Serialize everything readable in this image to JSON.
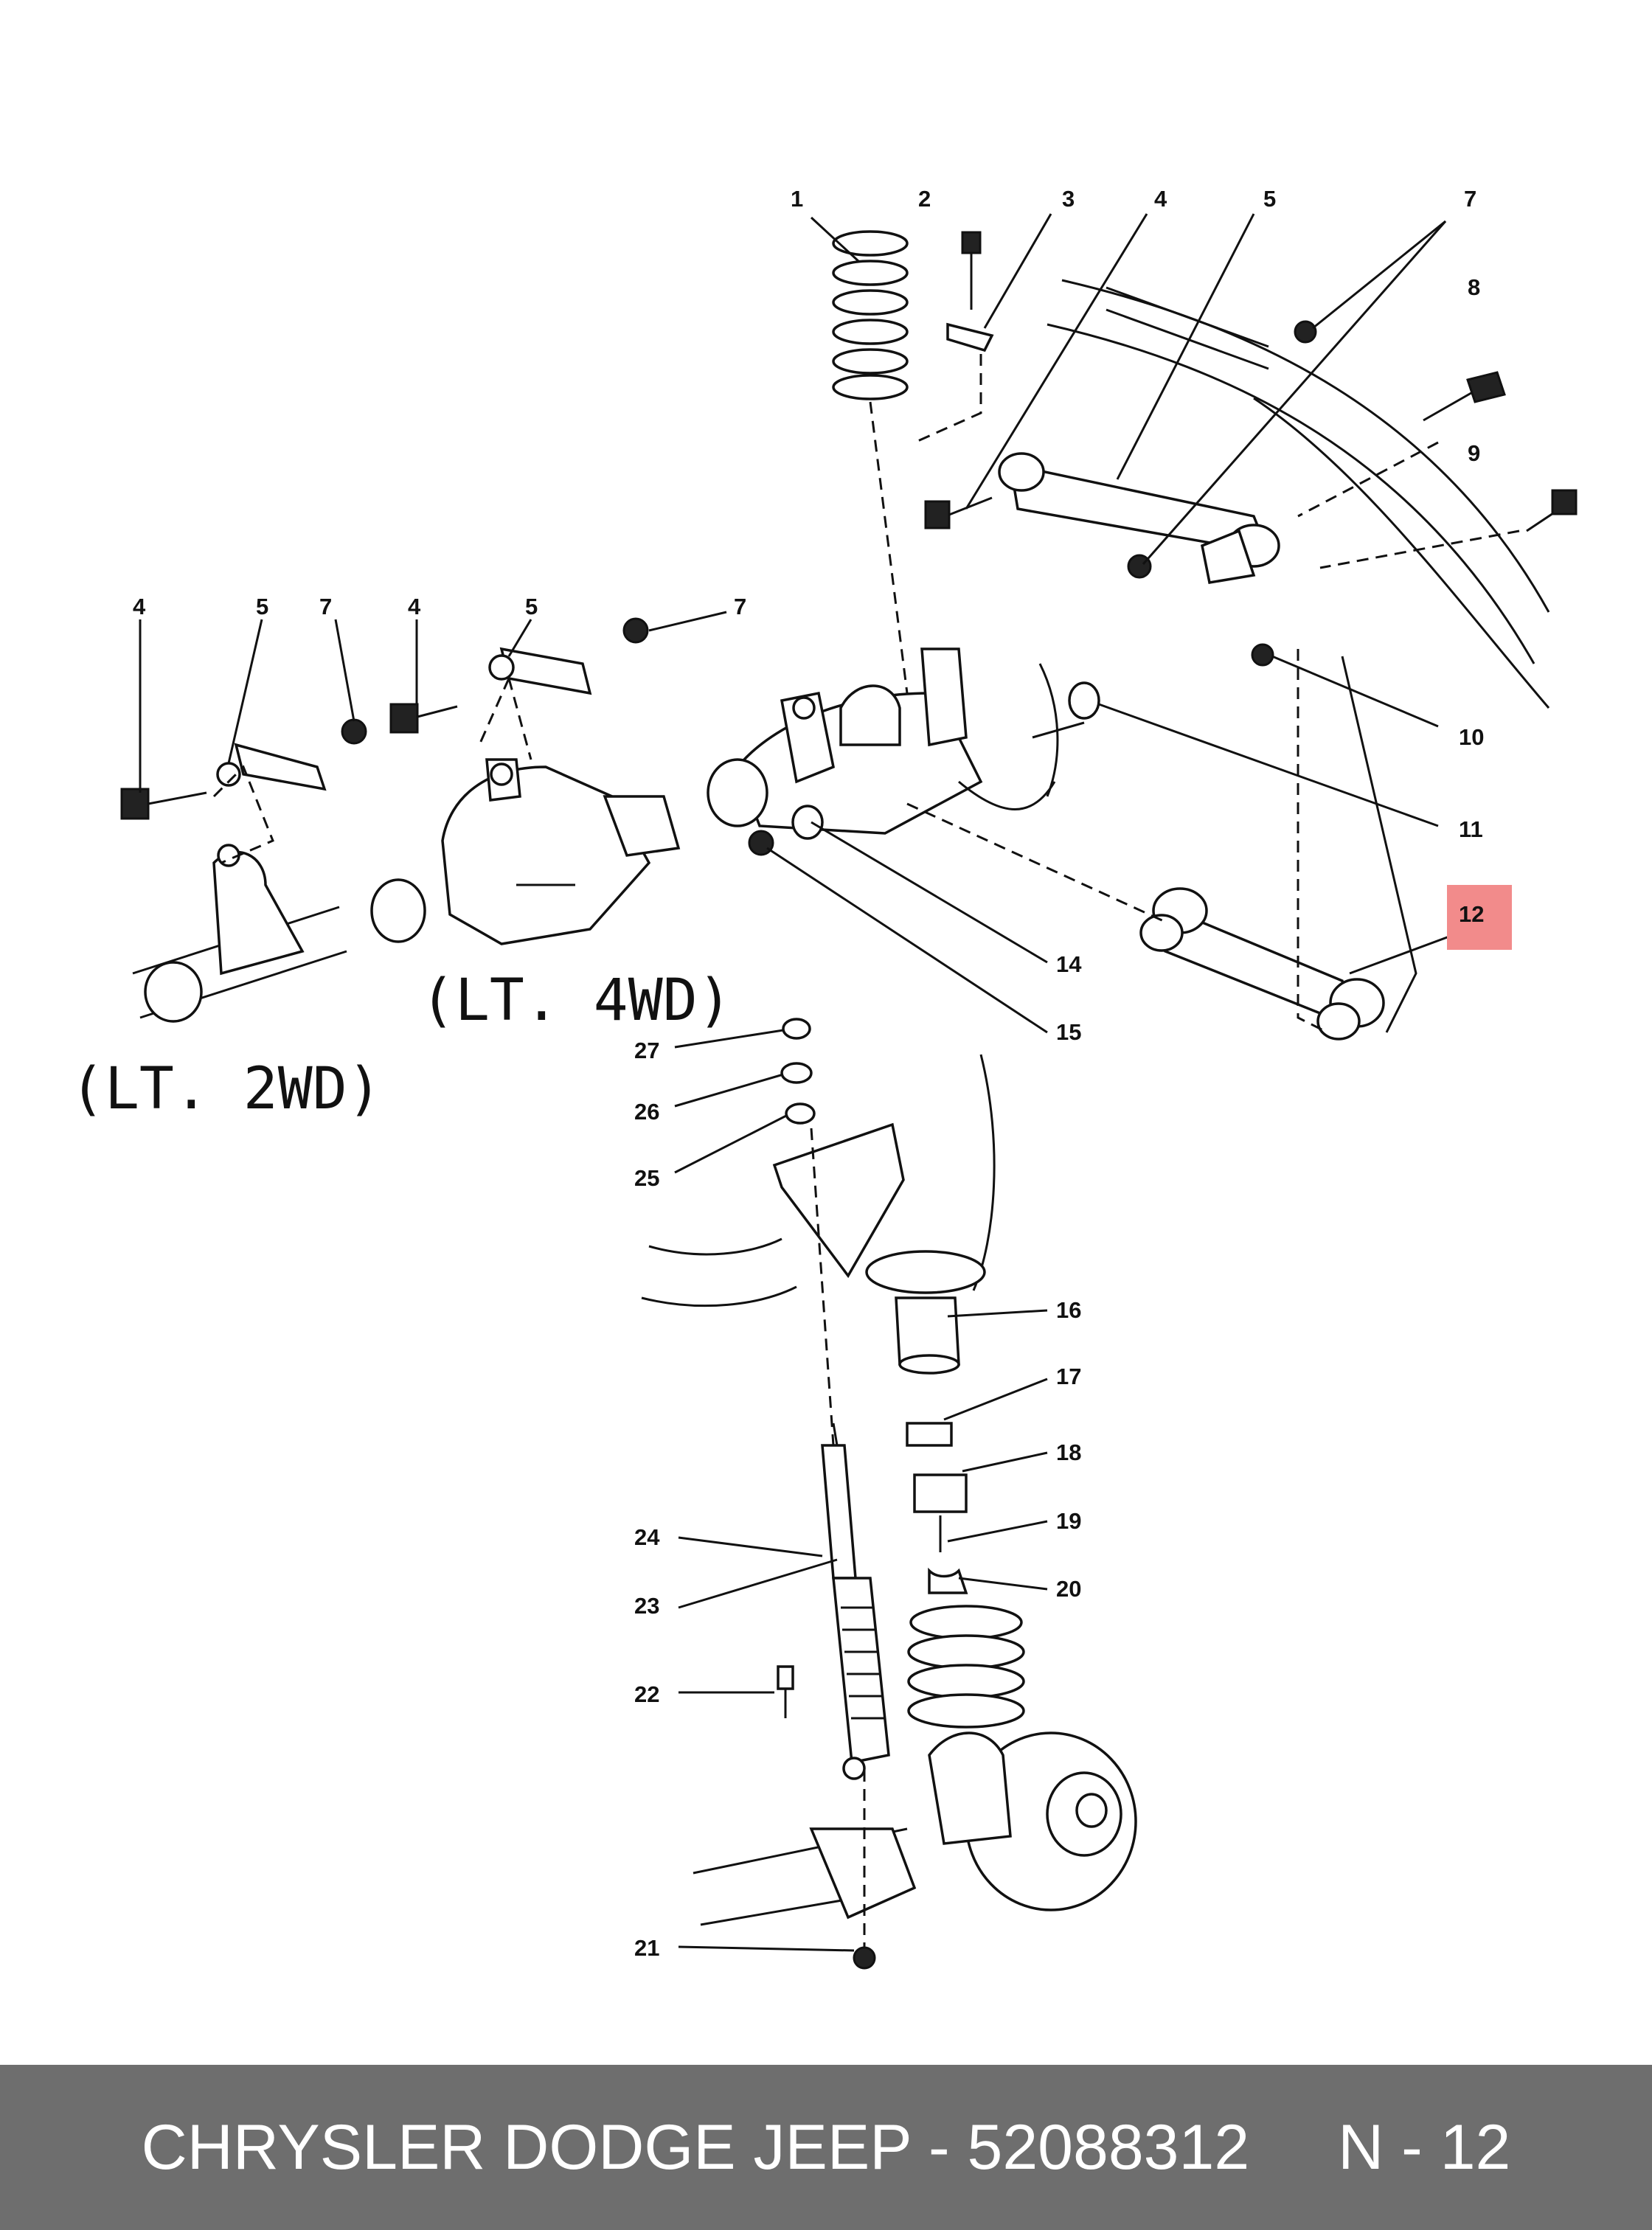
{
  "variants": {
    "lt_4wd": "(LT. 4WD)",
    "lt_2wd": "(LT. 2WD)"
  },
  "callouts": [
    "1",
    "2",
    "3",
    "4",
    "5",
    "7",
    "8",
    "9",
    "4",
    "5",
    "7",
    "4",
    "5",
    "7",
    "10",
    "11",
    "12",
    "14",
    "15",
    "27",
    "26",
    "25",
    "16",
    "17",
    "18",
    "19",
    "20",
    "24",
    "23",
    "22",
    "21"
  ],
  "highlight": {
    "color": "#f28b8b"
  },
  "footer": {
    "part_info": "CHRYSLER DODGE JEEP - 52088312",
    "ref": "N - 12"
  }
}
